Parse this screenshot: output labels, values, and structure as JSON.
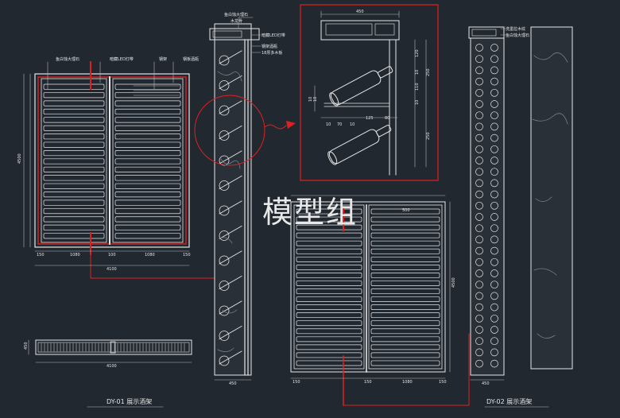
{
  "watermark": "模型组",
  "drawing_1": {
    "title": "DY-01  展示酒架",
    "labels": [
      "鱼白蚀大理石",
      "暗藏LED灯带",
      "钢架",
      "钢板酒瓶"
    ],
    "dims": {
      "left": "150",
      "bay1": "1080",
      "mid": "100",
      "bay2": "1080",
      "right": "150",
      "total": "4100",
      "height": "4500",
      "plan_total": "4100",
      "plan_h": "450"
    }
  },
  "drawing_side": {
    "labels": [
      "鱼白蚀大理石",
      "木龙骨",
      "暗藏LED灯带",
      "钢架酒瓶",
      "18厚多木板"
    ],
    "dim_bottom": "450"
  },
  "detail": {
    "dims_top": "450",
    "dims_right": [
      "120",
      "10",
      "110",
      "10",
      "250",
      "250"
    ],
    "dims_left": [
      "10",
      "10"
    ],
    "dims_bottom": [
      "10",
      "70",
      "10",
      "125",
      "80"
    ]
  },
  "drawing_2": {
    "title": "DY-02  展示酒架",
    "labels": [
      "洗墨拉木纹",
      "鱼白蚀大理石"
    ],
    "dims": {
      "top": "500",
      "left": "150",
      "bay": "1080",
      "right": "150",
      "height": "4500",
      "side": "450"
    }
  },
  "colors": {
    "bg": "#212830",
    "line": "#e6e6e6",
    "red": "#e02020",
    "dim": "#b8b8b8",
    "marble": "#7a7f86"
  }
}
